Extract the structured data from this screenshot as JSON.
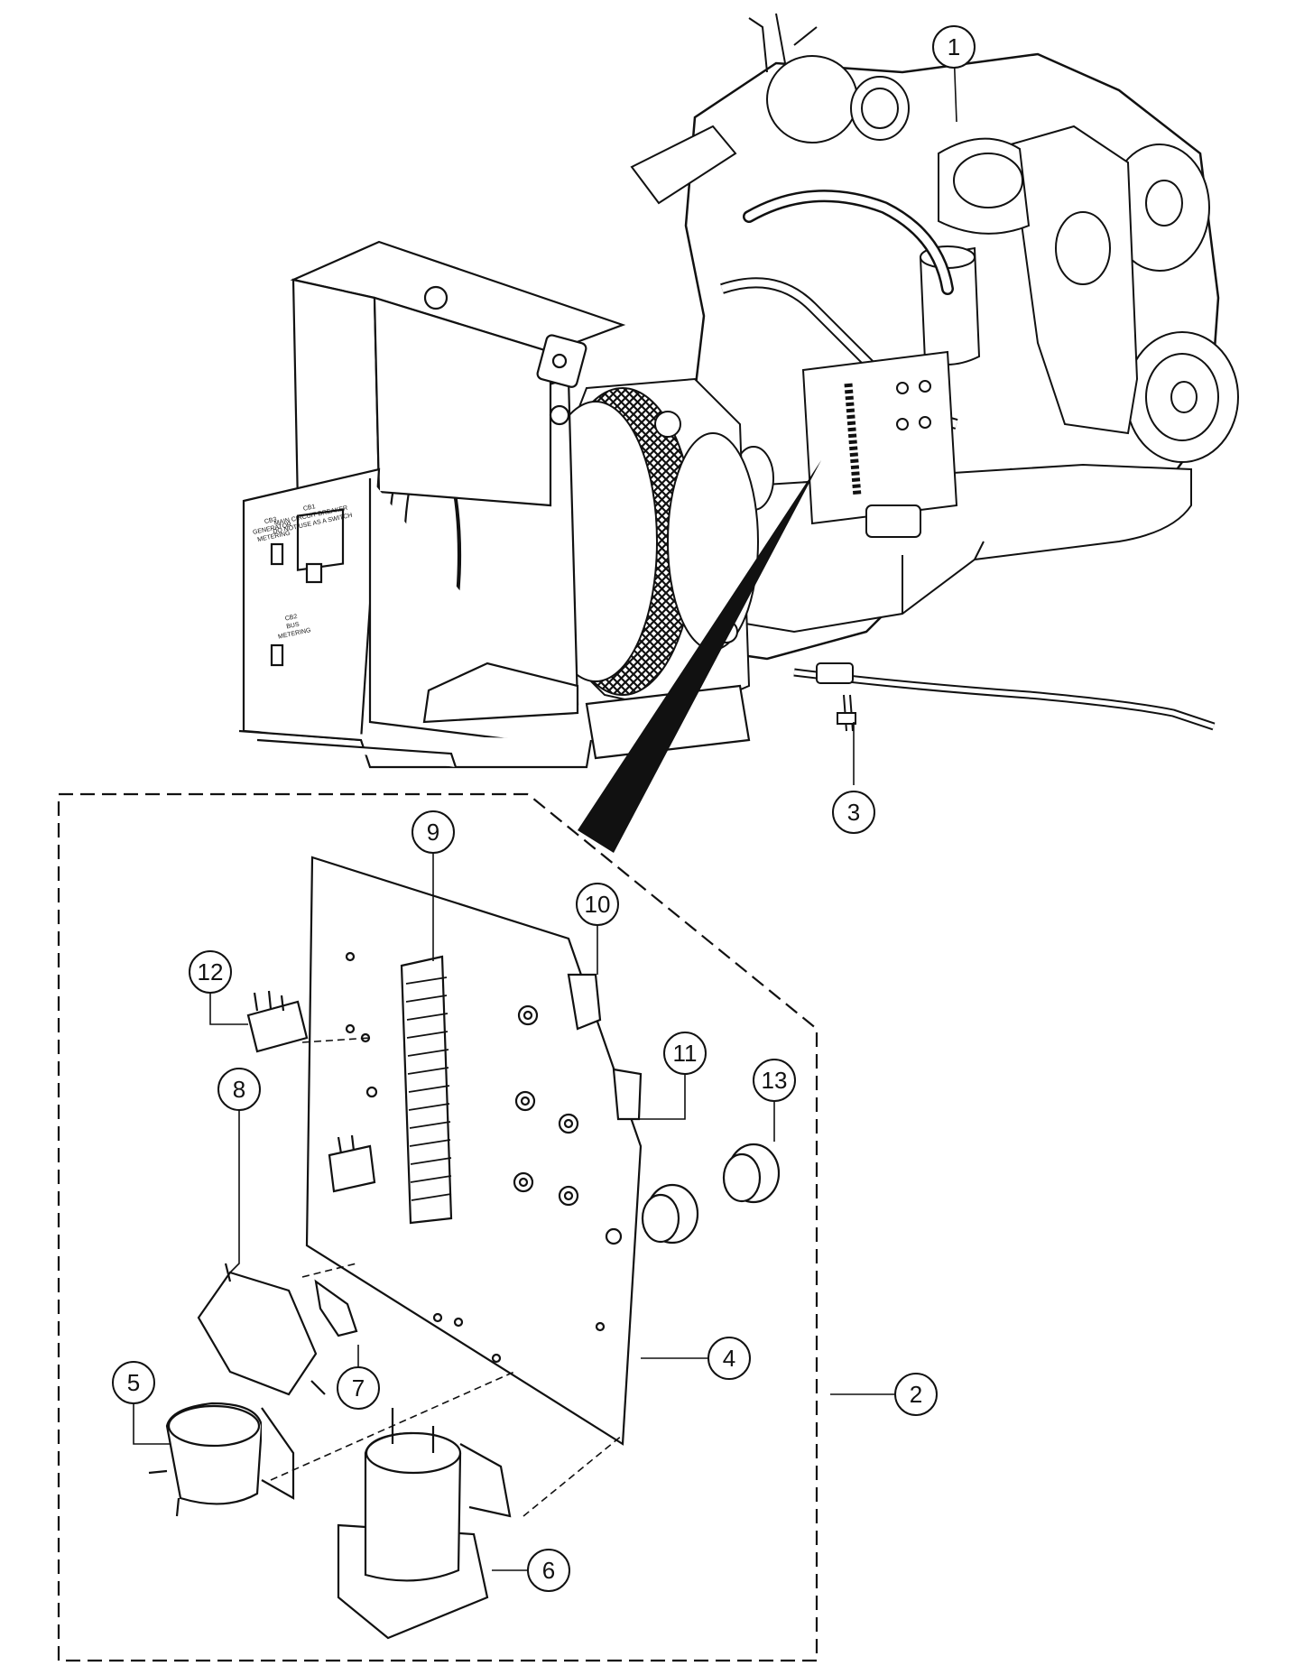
{
  "callouts": [
    {
      "id": "1",
      "label": "1"
    },
    {
      "id": "2",
      "label": "2"
    },
    {
      "id": "3",
      "label": "3"
    },
    {
      "id": "4",
      "label": "4"
    },
    {
      "id": "5",
      "label": "5"
    },
    {
      "id": "6",
      "label": "6"
    },
    {
      "id": "7",
      "label": "7"
    },
    {
      "id": "8",
      "label": "8"
    },
    {
      "id": "9",
      "label": "9"
    },
    {
      "id": "10",
      "label": "10"
    },
    {
      "id": "11",
      "label": "11"
    },
    {
      "id": "12",
      "label": "12"
    },
    {
      "id": "13",
      "label": "13"
    }
  ],
  "panel_labels": {
    "cb3_title": "CB3",
    "cb3_line1": "GENERATOR",
    "cb3_line2": "METERING",
    "cb1_title": "CB1",
    "cb1_line1": "MAIN CIRCUIT BREAKER",
    "cb1_line2": "DO NOT USE AS A SWITCH",
    "cb2_title": "CB2",
    "cb2_line1": "BUS",
    "cb2_line2": "METERING"
  },
  "colors": {
    "line": "#111111",
    "background": "#ffffff",
    "shade": "#e6e6e6"
  }
}
